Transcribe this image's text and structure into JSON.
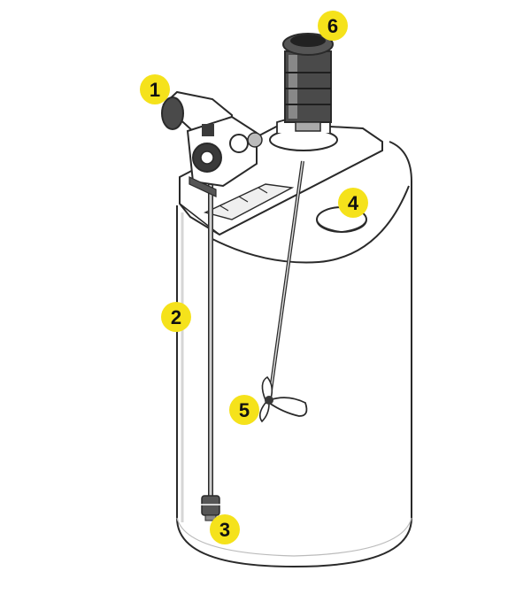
{
  "colors": {
    "callout_fill": "#f5e21b",
    "outline": "#2a2a2a",
    "tank_fill": "#ffffff",
    "shade": "#cfcfcf",
    "dark": "#3a3a3a"
  },
  "callouts": [
    {
      "label": "1"
    },
    {
      "label": "2"
    },
    {
      "label": "3"
    },
    {
      "label": "4"
    },
    {
      "label": "5"
    },
    {
      "label": "6"
    }
  ]
}
